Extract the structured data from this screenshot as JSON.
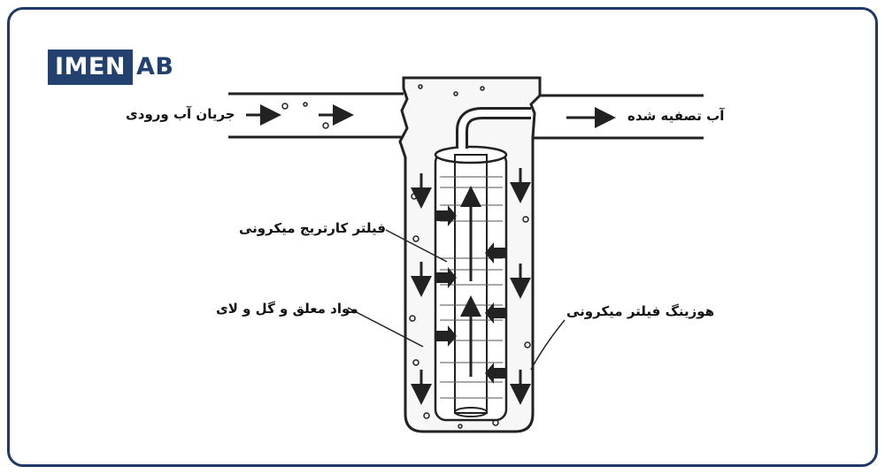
{
  "logo": {
    "left": "IMEN",
    "right": "AB"
  },
  "labels": {
    "inflow": "جریان آب ورودی",
    "outflow": "آب تصفیه شده",
    "cartridge": "فیلتر کارتریج میکرونی",
    "sediment": "مواد معلق و گل و لای",
    "housing": "هوزینگ فیلتر میکرونی"
  },
  "colors": {
    "frame": "#1f3a66",
    "logo": "#23416e",
    "ink": "#222222"
  }
}
